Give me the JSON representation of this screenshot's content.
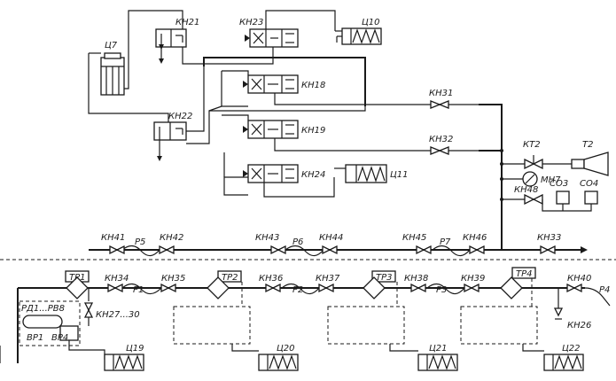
{
  "labels": {
    "kn21": "КН21",
    "kn23": "КН23",
    "c10": "Ц10",
    "c7": "Ц7",
    "kn18": "КН18",
    "kn22": "КН22",
    "kn19": "КН19",
    "kn24": "КН24",
    "c11": "Ц11",
    "kn31": "КН31",
    "kn32": "КН32",
    "kt2": "КТ2",
    "t2": "Т2",
    "mn7": "МН7",
    "kn48": "КН48",
    "so3": "СО3",
    "so4": "СО4",
    "kn41": "КН41",
    "r5": "Р5",
    "kn42": "КН42",
    "kn43": "КН43",
    "r6": "Р6",
    "kn44": "КН44",
    "kn45": "КН45",
    "r7": "Р7",
    "kn46": "КН46",
    "kn33": "КН33",
    "tr1": "ТР1",
    "kn34": "КН34",
    "r1": "Р1",
    "kn35": "КН35",
    "tr2": "ТР2",
    "kn36": "КН36",
    "r2": "Р2",
    "kn37": "КН37",
    "tr3": "ТР3",
    "kn38": "КН38",
    "r3": "Р3",
    "kn39": "КН39",
    "tr4": "ТР4",
    "kn40": "КН40",
    "r4": "Р4",
    "kn26": "КН26",
    "rd": "РД1...РВ8",
    "kn27": "КН27...30",
    "vr1": "ВР1",
    "vr4": "ВР4",
    "c19": "Ц19",
    "c20": "Ц20",
    "c21": "Ц21",
    "c22": "Ц22"
  }
}
